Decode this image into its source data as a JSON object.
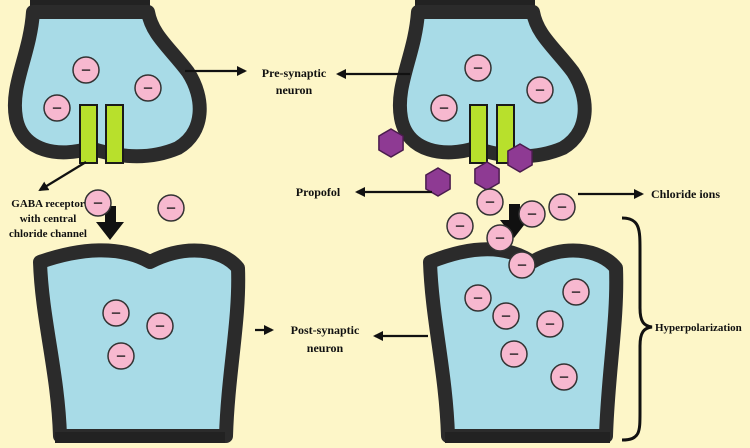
{
  "labels": {
    "pre_synaptic_line1": "Pre-synaptic",
    "pre_synaptic_line2": "neuron",
    "post_synaptic_line1": "Post-synaptic",
    "post_synaptic_line2": "neuron",
    "gaba_line1": "GABA receptor",
    "gaba_line2": "with central",
    "gaba_line3": "chloride channel",
    "propofol": "Propofol",
    "chloride_ions": "Chloride ions",
    "hyperpolarization": "Hyperpolarization"
  },
  "ion_symbol": "−",
  "colors": {
    "background": "#fdf6c8",
    "cytoplasm": "#a8dbe7",
    "membrane": "#2b2b2b",
    "ion_fill": "#f7b8cf",
    "receptor": "#b8e02c",
    "propofol": "#8e3a93"
  }
}
